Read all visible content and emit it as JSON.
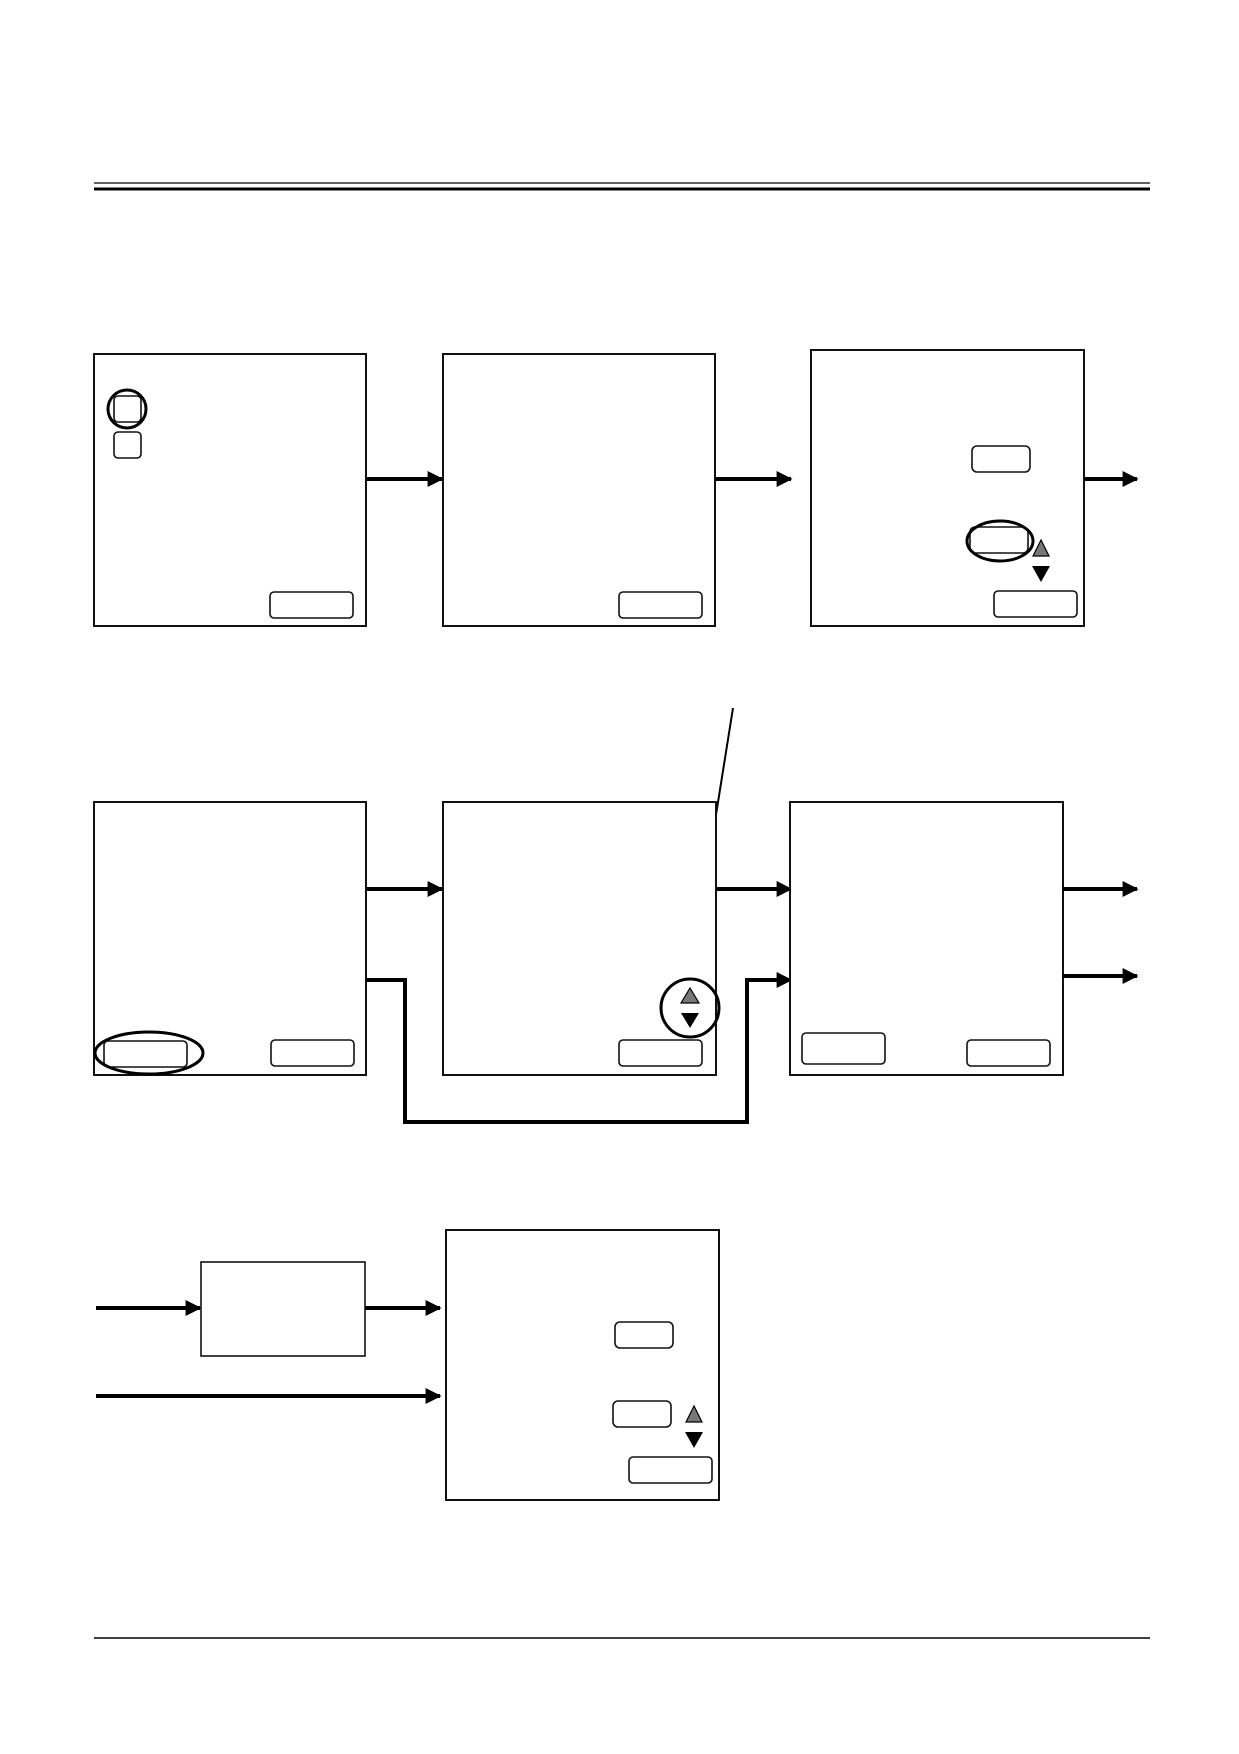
{
  "diagram": {
    "rows": [
      {
        "row": 1,
        "screens": 3
      },
      {
        "row": 2,
        "screens": 3
      },
      {
        "row": 3,
        "screens": 1,
        "process_boxes": 1
      }
    ],
    "colors": {
      "line": "#000000",
      "frame": "#111111",
      "up_arrow_fill": "#777777"
    },
    "icons": [
      "up-triangle-icon",
      "down-triangle-icon",
      "arrow-head-icon",
      "highlight-ring"
    ]
  }
}
